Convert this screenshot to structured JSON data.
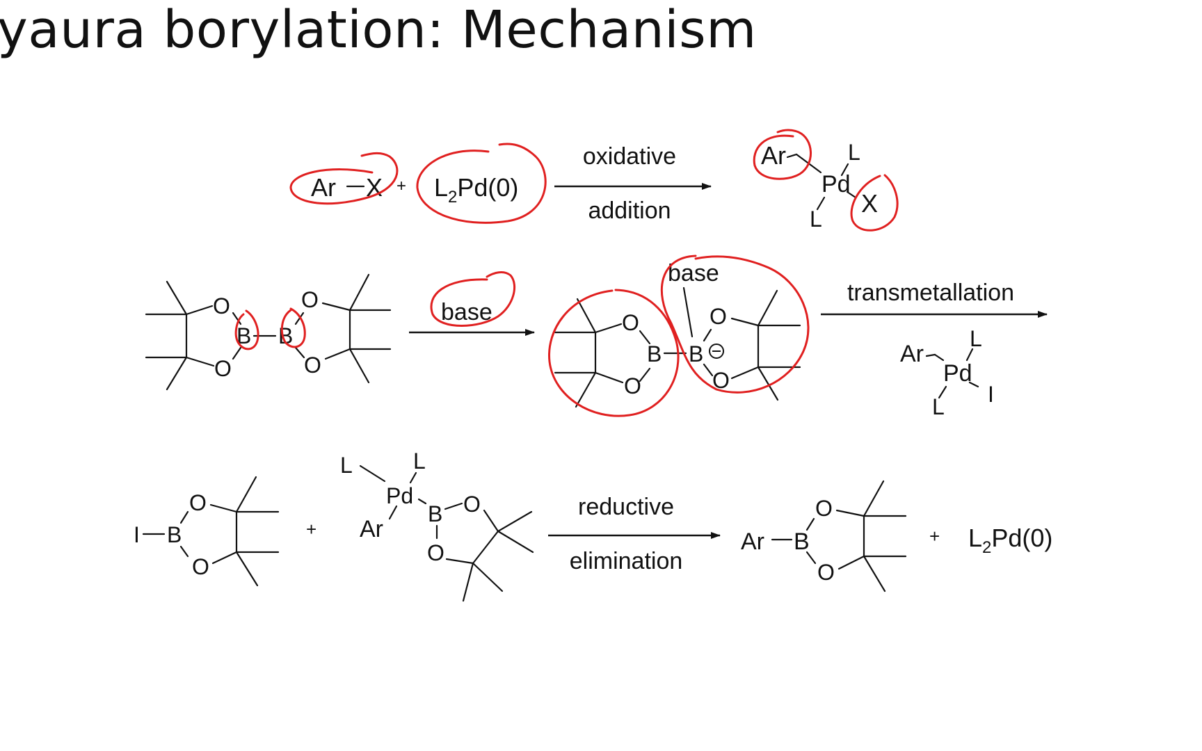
{
  "title": "yaura borylation: Mechanism",
  "colors": {
    "text": "#111111",
    "annotation": "#e02020",
    "background": "#ffffff"
  },
  "row1": {
    "aryl_halide": {
      "ar": "Ar",
      "x": "X"
    },
    "plus": "+",
    "catalyst": {
      "l": "L",
      "sub": "2",
      "rest": "Pd(0)"
    },
    "arrow_top": "oxidative",
    "arrow_bottom": "addition",
    "product": {
      "ar": "Ar",
      "pd": "Pd",
      "l_top": "L",
      "l_bottom": "L",
      "x": "X"
    }
  },
  "row2": {
    "b2pin2": {
      "o1": "O",
      "o2": "O",
      "o3": "O",
      "o4": "O",
      "b1": "B",
      "b2": "B"
    },
    "arrow_label": "base",
    "ate_complex": {
      "base": "base",
      "o1": "O",
      "o2": "O",
      "o3": "O",
      "o4": "O",
      "b1": "B",
      "b2": "B"
    },
    "arrow_top": "transmetallation",
    "reagent": {
      "ar": "Ar",
      "pd": "Pd",
      "l_top": "L",
      "l_bottom": "L",
      "i": "I"
    }
  },
  "row3": {
    "iodo_boronate": {
      "i": "I",
      "b": "B",
      "o1": "O",
      "o2": "O"
    },
    "plus1": "+",
    "pd_complex": {
      "l1": "L",
      "l2": "L",
      "pd": "Pd",
      "ar": "Ar",
      "b": "B",
      "o1": "O",
      "o2": "O"
    },
    "arrow_top": "reductive",
    "arrow_bottom": "elimination",
    "aryl_boronate": {
      "ar": "Ar",
      "b": "B",
      "o1": "O",
      "o2": "O"
    },
    "plus2": "+",
    "catalyst": {
      "l": "L",
      "sub": "2",
      "rest": "Pd(0)"
    }
  }
}
